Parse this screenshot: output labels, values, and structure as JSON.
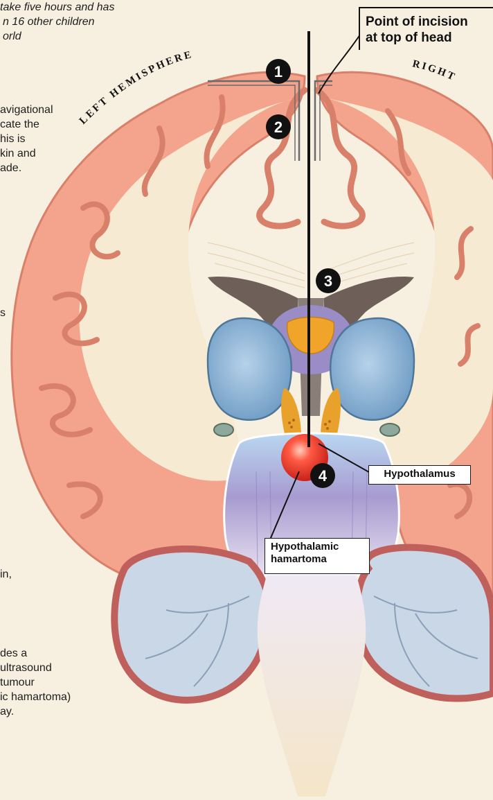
{
  "intro": {
    "lines": [
      "take five hours and has",
      "n 16 other children",
      "orld"
    ]
  },
  "step_text_1": [
    "avigational",
    "cate the",
    "his is",
    "kin and",
    "ade."
  ],
  "step_text_2": [
    "s"
  ],
  "step_text_3": [
    "in,"
  ],
  "step_text_4": [
    "des a",
    "ultrasound",
    "tumour",
    "ic hamartoma)",
    "ay."
  ],
  "labels": {
    "incision_line1": "Point of incision",
    "incision_line2": "at top of head",
    "left_hemisphere": "LEFT HEMISPHERE",
    "right": "RIGHT",
    "hypothalamus": "Hypothalamus",
    "hamartoma_line1": "Hypothalamic",
    "hamartoma_line2": "hamartoma"
  },
  "markers": [
    "1",
    "2",
    "3",
    "4"
  ],
  "colors": {
    "cortex": "#f4a48c",
    "cortex_dark": "#d9806a",
    "white_matter": "#f6ead3",
    "ventricle": "#6e5f58",
    "thalamus": "#7ea7c9",
    "tumour": "#e33b2c",
    "hypothalamus": "#e8a12a",
    "cerebellum": "#c9d7e6",
    "brainstem": "#a89ccb"
  }
}
